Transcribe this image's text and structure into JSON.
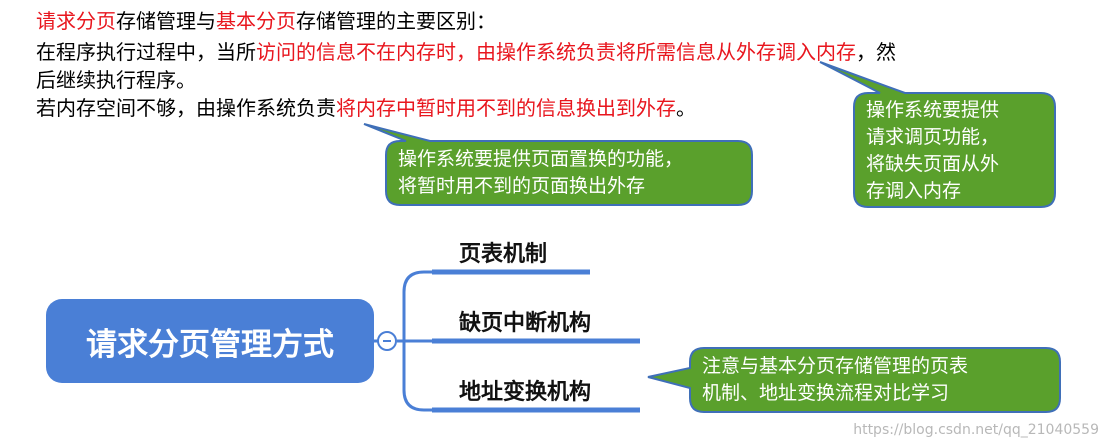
{
  "heading": {
    "part1": "请求分页",
    "part2": "存储管理与",
    "part3": "基本分页",
    "part4": "存储管理的主要区别："
  },
  "para1": {
    "part1": "在程序执行过程中，当所",
    "part2": "访问的信息不在内存时，由操作系统负责将所需信息从外存调入内存",
    "part3": "，然",
    "line2": "后继续执行程序。"
  },
  "para2": {
    "part1": "若内存空间不够，由操作系统负责",
    "part2": "将内存中暂时用不到的信息换出到外存",
    "part3": "。"
  },
  "callouts": {
    "replace": {
      "line1": "操作系统要提供页面置换的功能，",
      "line2": "将暂时用不到的页面换出外存"
    },
    "request": {
      "line1": "操作系统要提供",
      "line2": "请求调页功能，",
      "line3": "将缺失页面从外",
      "line4": "存调入内存"
    },
    "note": {
      "line1": "注意与基本分页存储管理的页表",
      "line2": "机制、地址变换流程对比学习"
    }
  },
  "mindmap": {
    "central": "请求分页管理方式",
    "branches": [
      "页表机制",
      "缺页中断机构",
      "地址变换机构"
    ]
  },
  "watermark": "https://blog.csdn.net/qq_21040559",
  "colors": {
    "red_text": "#e8161e",
    "callout_fill": "#5aa02c",
    "callout_border": "#3f6fb8",
    "central": "#4a7fd6",
    "branch_line": "#4a7fd6"
  }
}
